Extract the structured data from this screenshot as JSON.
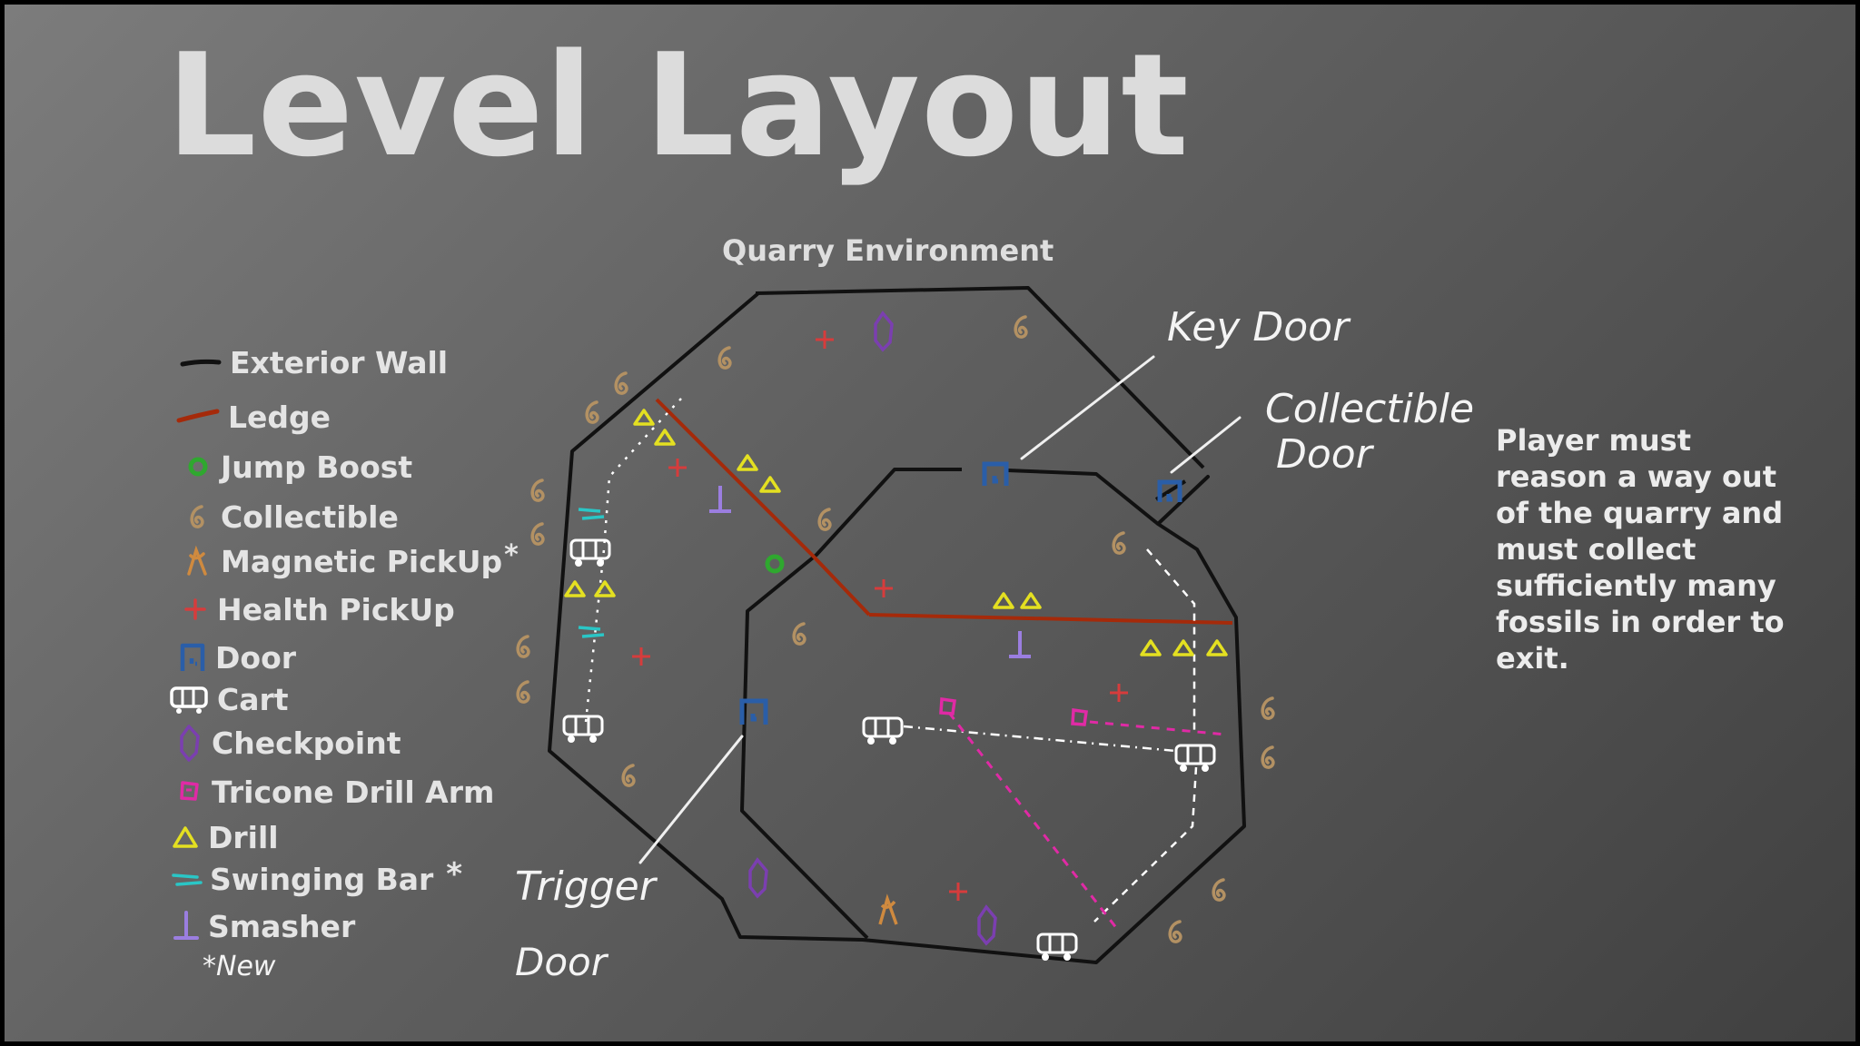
{
  "title": "Level Layout",
  "subtitle": "Quarry Environment",
  "colors": {
    "background_light": "#7c7c7c",
    "background_dark": "#404040",
    "wall": "#111111",
    "ledge": "#a52a0a",
    "jump_boost": "#2fa82f",
    "collectible": "#b39163",
    "magnetic_pickup": "#cf8a3f",
    "health_pickup": "#d63c3c",
    "door": "#2a5ea8",
    "cart": "#ffffff",
    "checkpoint": "#7b3fb0",
    "tricone_drill_arm": "#e02aa5",
    "drill": "#e4e021",
    "swinging_bar": "#2ac6c6",
    "smasher": "#9b7ee0"
  },
  "legend": {
    "exterior_wall": "Exterior Wall",
    "ledge": "Ledge",
    "jump_boost": "Jump Boost",
    "collectible": "Collectible",
    "magnetic_pickup": "Magnetic PickUp",
    "new_marker": "*",
    "health_pickup": "Health PickUp",
    "door": "Door",
    "cart": "Cart",
    "checkpoint": "Checkpoint",
    "tricone_drill_arm": "Tricone Drill Arm",
    "drill": "Drill",
    "swinging_bar": "Swinging Bar",
    "smasher": "Smasher",
    "new_note": "*New"
  },
  "annotations": {
    "key_door": "Key Door",
    "collectible_door_line1": "Collectible",
    "collectible_door_line2": "Door",
    "trigger_door_line1": "Trigger",
    "trigger_door_line2": "Door"
  },
  "note": "Player must reason a way out of the quarry and must collect sufficiently many fossils in order to exit."
}
